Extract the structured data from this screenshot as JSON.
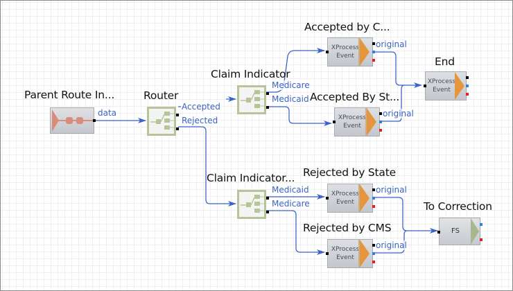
{
  "diagram": {
    "nodes": {
      "parent_route": {
        "title": "Parent Route In...",
        "type": "input"
      },
      "router": {
        "title": "Router",
        "type": "router",
        "outputs": [
          "Accepted",
          "Rejected"
        ]
      },
      "claim_indicator_top": {
        "title": "Claim Indicator",
        "type": "router",
        "outputs": [
          "Medicare",
          "Medicaid"
        ]
      },
      "claim_indicator_bottom": {
        "title": "Claim Indicator...",
        "type": "router",
        "outputs": [
          "Medicaid",
          "Medicare"
        ]
      },
      "accepted_by_c": {
        "title": "Accepted by C...",
        "type": "xprocess",
        "line1": "XProcess",
        "line2": "Event",
        "output": "original"
      },
      "accepted_by_st": {
        "title": "Accepted By St...",
        "type": "xprocess",
        "line1": "XProcess",
        "line2": "Event",
        "output": "original"
      },
      "end": {
        "title": "End",
        "type": "xprocess",
        "line1": "XProcess",
        "line2": "Event"
      },
      "rejected_by_state": {
        "title": "Rejected by State",
        "type": "xprocess",
        "line1": "XProcess",
        "line2": "Event",
        "output": "original"
      },
      "rejected_by_cms": {
        "title": "Rejected by CMS",
        "type": "xprocess",
        "line1": "XProcess",
        "line2": "Event",
        "output": "original"
      },
      "to_correction": {
        "title": "To Correction",
        "type": "fs",
        "label": "FS"
      }
    },
    "edges": [
      {
        "from": "parent_route",
        "to": "router",
        "label": "data"
      },
      {
        "from": "router",
        "to": "claim_indicator_top",
        "label": "Accepted"
      },
      {
        "from": "router",
        "to": "claim_indicator_bottom",
        "label": "Rejected"
      },
      {
        "from": "claim_indicator_top",
        "to": "accepted_by_c",
        "label": "Medicare"
      },
      {
        "from": "claim_indicator_top",
        "to": "accepted_by_st",
        "label": "Medicaid"
      },
      {
        "from": "accepted_by_c",
        "to": "end",
        "label": "original"
      },
      {
        "from": "accepted_by_st",
        "to": "end",
        "label": "original"
      },
      {
        "from": "claim_indicator_bottom",
        "to": "rejected_by_state",
        "label": "Medicaid"
      },
      {
        "from": "claim_indicator_bottom",
        "to": "rejected_by_cms",
        "label": "Medicare"
      },
      {
        "from": "rejected_by_state",
        "to": "to_correction",
        "label": "original"
      },
      {
        "from": "rejected_by_cms",
        "to": "to_correction",
        "label": "original"
      }
    ],
    "colors": {
      "wire": "#3c64c8",
      "xprocess_arrow": "#e5963c",
      "router_border": "#b7c49a",
      "fs_arrow": "#a6b78e",
      "input_accent": "#d98c7a",
      "port_blue": "#2f7fe0",
      "port_red": "#e02020"
    }
  }
}
